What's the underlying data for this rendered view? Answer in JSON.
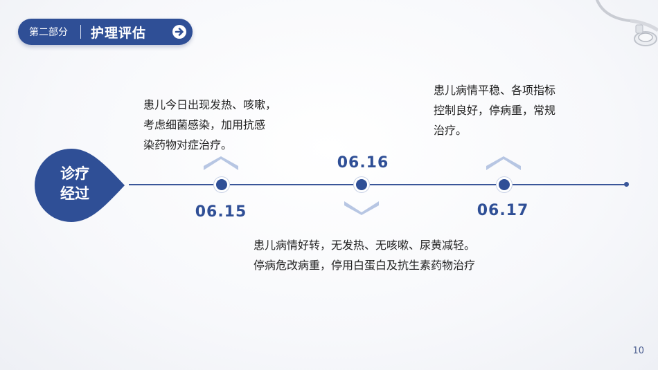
{
  "header": {
    "part_label": "第二部分",
    "title": "护理评估"
  },
  "badge": {
    "text_line1": "诊疗",
    "text_line2": "经过"
  },
  "timeline": [
    {
      "date": "06.15",
      "note_lines": [
        "患儿今日出现发热、咳嗽，",
        "考虑细菌感染，加用抗感",
        "染药物对症治疗。"
      ]
    },
    {
      "date": "06.16",
      "note_lines": [
        "患儿病情好转，无发热、无咳嗽、尿黄减轻。",
        "停病危改病重，停用白蛋白及抗生素药物治疗"
      ]
    },
    {
      "date": "06.17",
      "note_lines": [
        "患儿病情平稳、各项指标",
        "控制良好，停病重，常规",
        "治疗。"
      ]
    }
  ],
  "page_number": "10",
  "colors": {
    "primary": "#2f4f96",
    "chevron": "#b7c6e3",
    "text": "#222222"
  },
  "icons": {
    "header_arrow": "circle-arrow-right-icon",
    "corner": "stethoscope-icon",
    "chevron_up": "chevron-up-icon",
    "chevron_down": "chevron-down-icon"
  }
}
